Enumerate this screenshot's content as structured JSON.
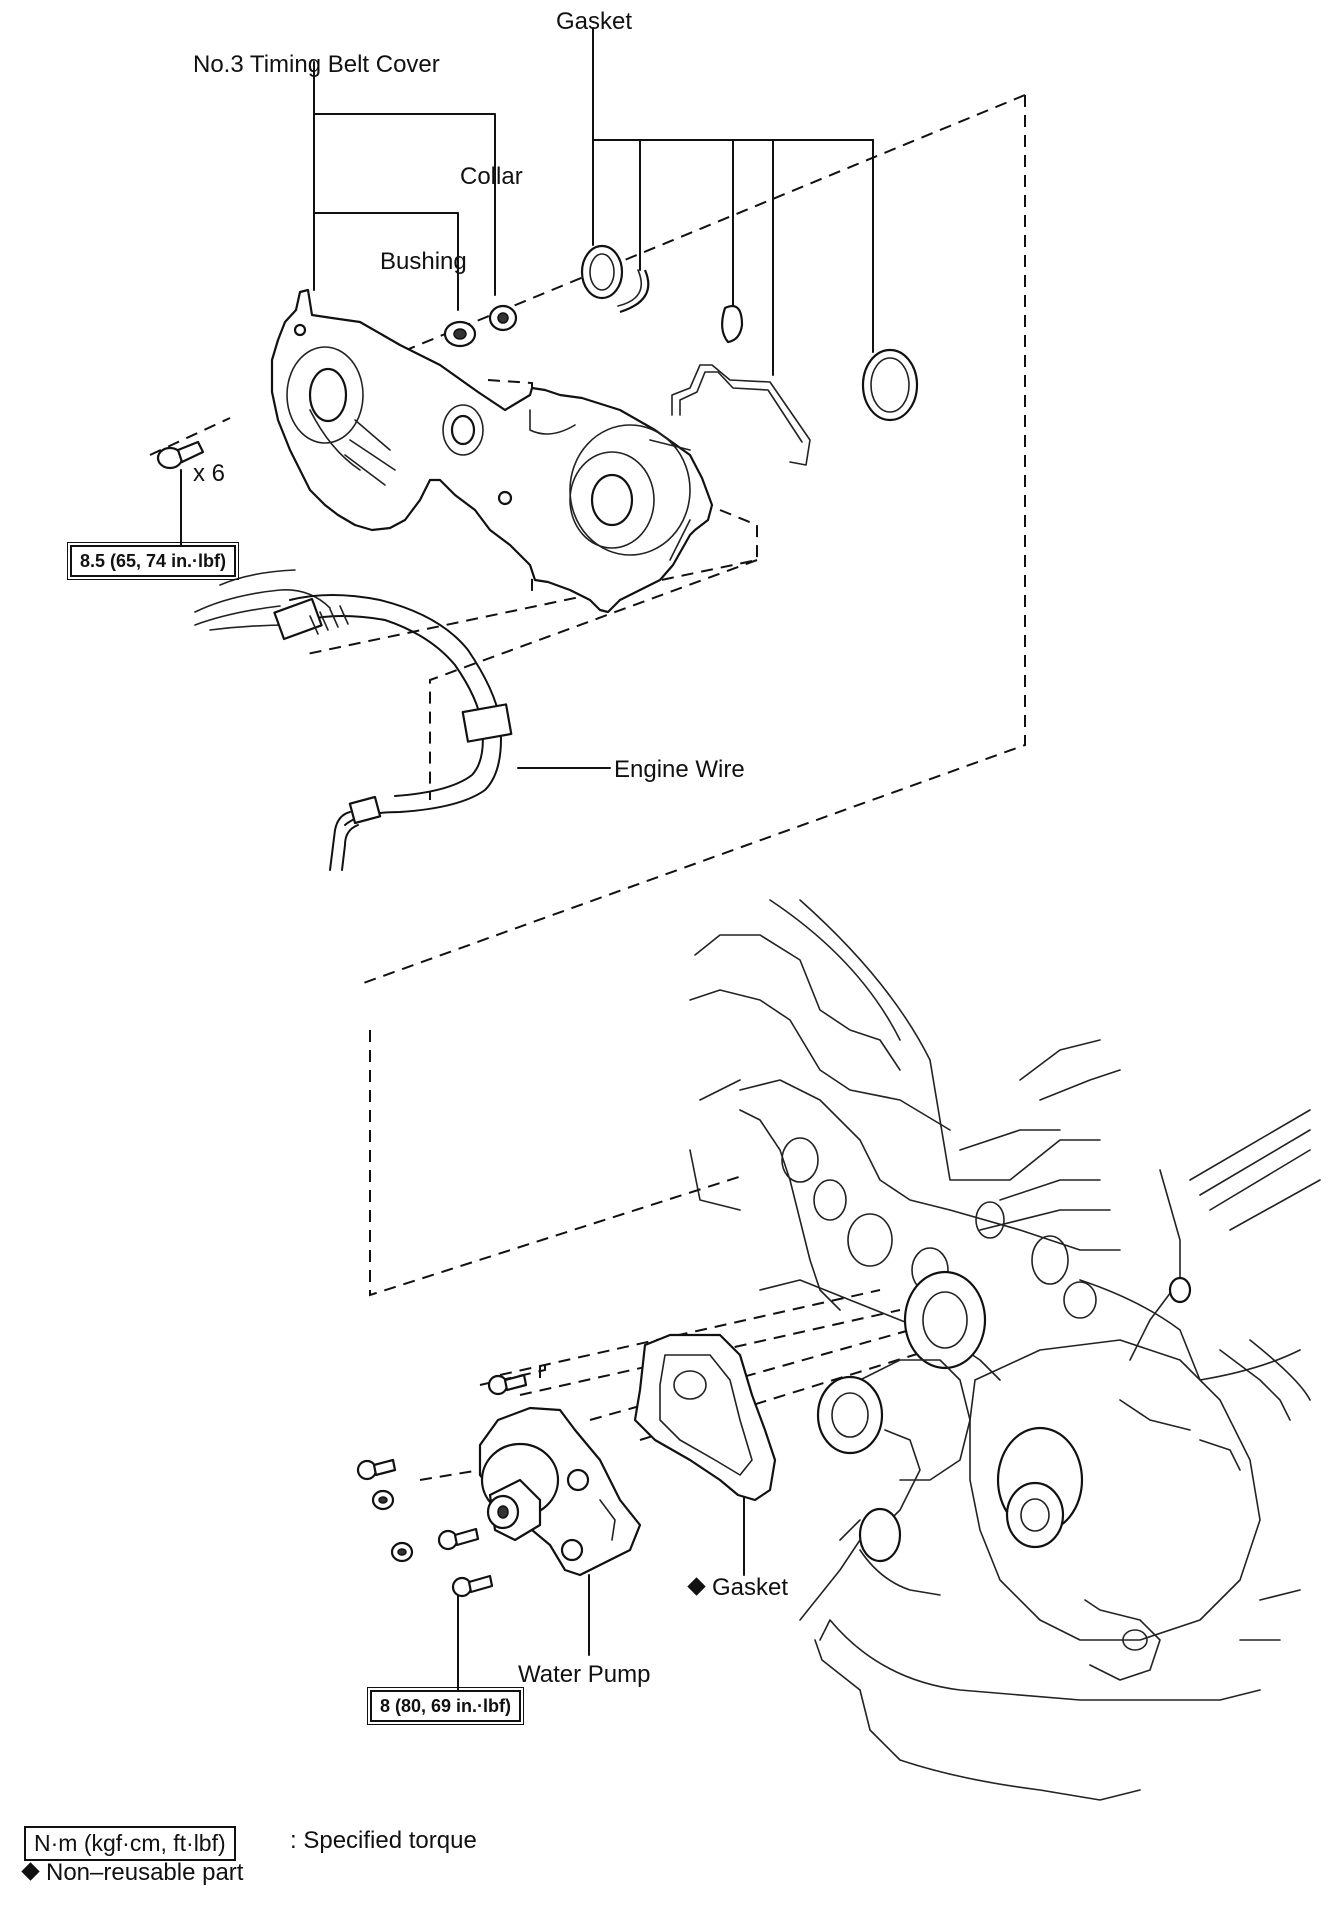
{
  "labels": {
    "gasket_top": "Gasket",
    "timing_belt_cover": "No.3 Timing Belt Cover",
    "collar": "Collar",
    "bushing": "Bushing",
    "bolt_count": "x 6",
    "engine_wire": "Engine Wire",
    "gasket_bottom": "Gasket",
    "water_pump": "Water Pump"
  },
  "torques": {
    "cover_bolts": "8.5 (65, 74 in.·lbf)",
    "pump_bolts": "8 (80, 69 in.·lbf)"
  },
  "legend": {
    "torque_unit": "N·m (kgf·cm, ft·lbf)",
    "torque_desc": ": Specified torque",
    "nonreusable": "Non–reusable part"
  }
}
